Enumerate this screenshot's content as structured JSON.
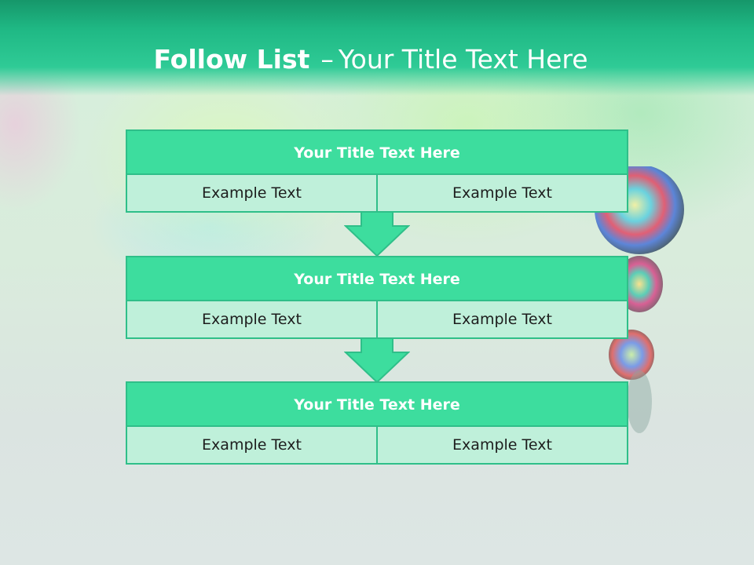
{
  "title": {
    "bold": "Follow List",
    "dash": "–",
    "rest": "Your Title Text Here"
  },
  "blocks": [
    {
      "title": "Your Title Text Here",
      "left": "Example Text",
      "right": "Example Text"
    },
    {
      "title": "Your Title Text Here",
      "left": "Example Text",
      "right": "Example Text"
    },
    {
      "title": "Your Title Text Here",
      "left": "Example Text",
      "right": "Example Text"
    }
  ],
  "colors": {
    "header": "#1fb884",
    "block_title": "#3ddd9e",
    "block_cell": "#bff0da",
    "border": "#2fbf89",
    "arrow": "#3ddd9e"
  },
  "icons": {
    "arrow": "down-arrow-icon",
    "decoration": "glass-beads"
  }
}
